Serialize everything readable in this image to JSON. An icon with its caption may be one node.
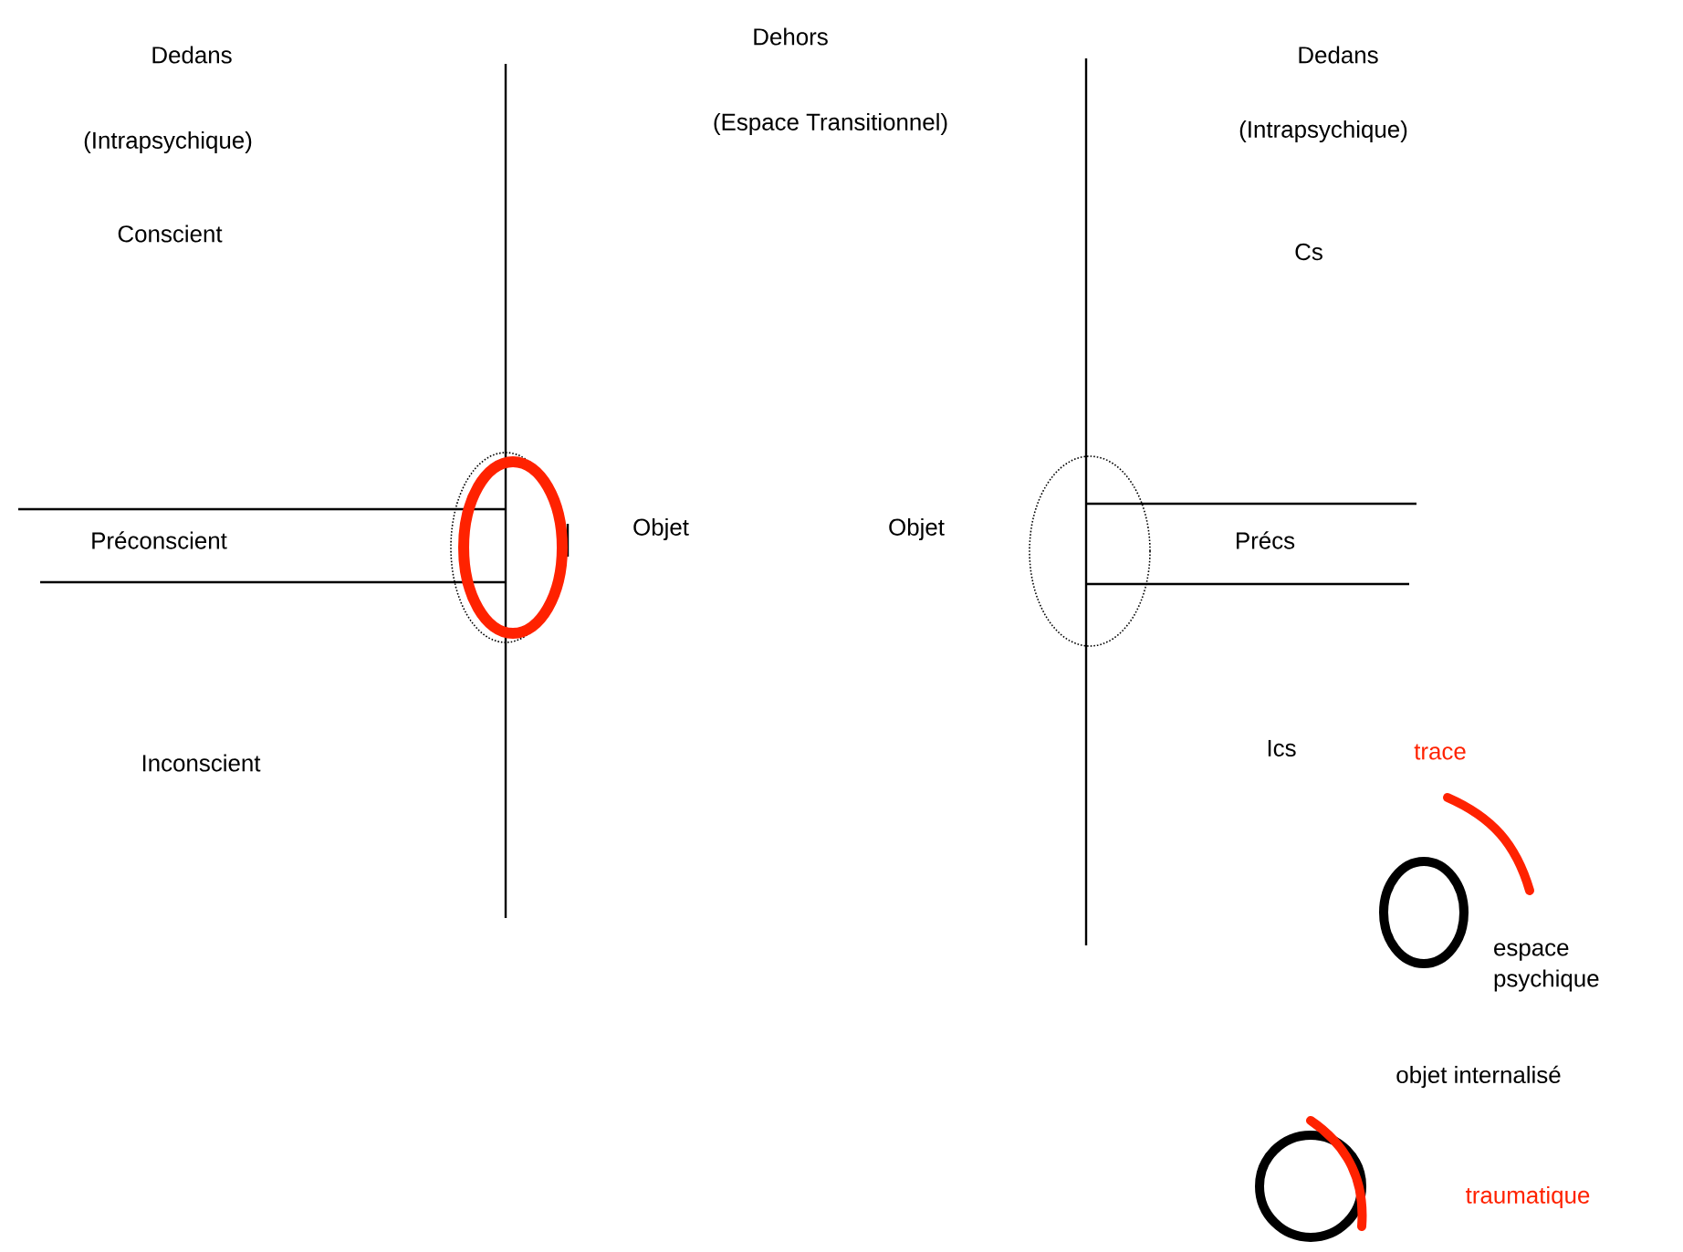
{
  "diagram": {
    "labels": [
      "Dedans",
      "Dehors",
      "Dedans",
      "(Intrapsychique)",
      "(Espace Transitionnel)",
      "(Intrapsychique)",
      "Conscient",
      "Cs",
      "Préconscient",
      "Objet",
      "Objet",
      "Précs",
      "Inconscient",
      "Ics",
      "trace",
      "espace psychique",
      "objet internalisé",
      "traumatique"
    ]
  }
}
